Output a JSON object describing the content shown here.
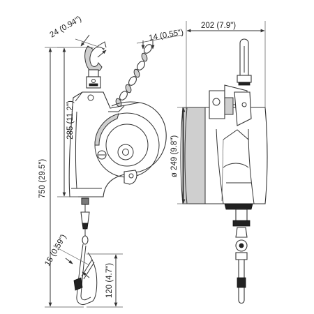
{
  "dimensions": {
    "hook_width": "24 (0.94\")",
    "chain_link": "14 (0.55\")",
    "depth": "202 (7.9\")",
    "upper_height": "285 (11.2\")",
    "total_length": "750 (29.5\")",
    "drum_diameter": "ø 249 (9.8\")",
    "snap_hook_width": "15 (0.59\")",
    "snap_hook_length": "120 (4.7\")"
  },
  "colors": {
    "line": "#333333",
    "shade": "#cfcfcf",
    "dark": "#7a7a7a"
  }
}
